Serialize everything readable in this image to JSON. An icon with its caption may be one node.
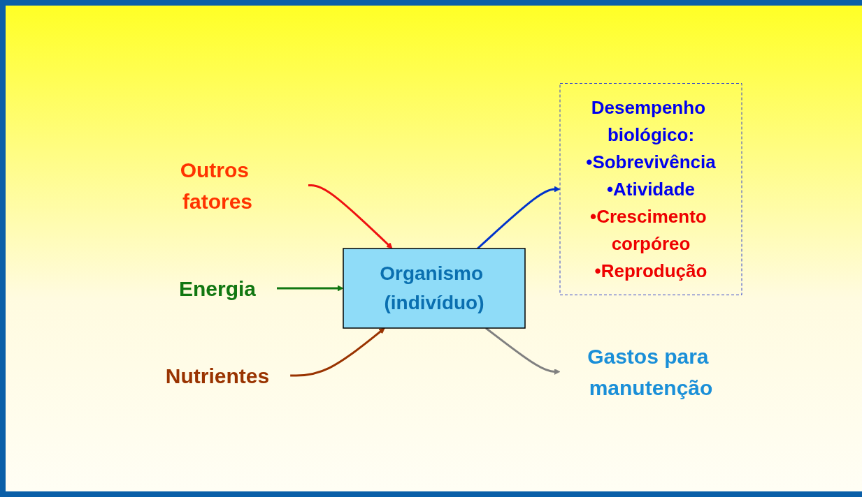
{
  "diagram": {
    "nodes": [
      {
        "text": [
          "Outros fatores"
        ]
      },
      {
        "text": [
          "Energia"
        ]
      },
      {
        "text": [
          "Nutrientes"
        ]
      },
      {
        "text": [
          "Organismo (indivíduo)"
        ]
      },
      {
        "text": [
          "Desempenho biológico:",
          "•Sobrevivência",
          "•Atividade",
          "•Crescimento corpóreo",
          "•Reprodução"
        ]
      },
      {
        "text": [
          "Gastos para manutenção"
        ]
      }
    ],
    "edges": [
      {
        "from": 0,
        "to": 3,
        "arrow": "to",
        "color": "#ee1111"
      },
      {
        "from": 1,
        "to": 3,
        "arrow": "to",
        "color": "#117711"
      },
      {
        "from": 2,
        "to": 3,
        "arrow": "to",
        "color": "#993300"
      },
      {
        "from": 3,
        "to": 4,
        "arrow": "to",
        "color": "#0033cc"
      },
      {
        "from": 3,
        "to": 5,
        "arrow": "to",
        "color": "#808080"
      }
    ]
  }
}
